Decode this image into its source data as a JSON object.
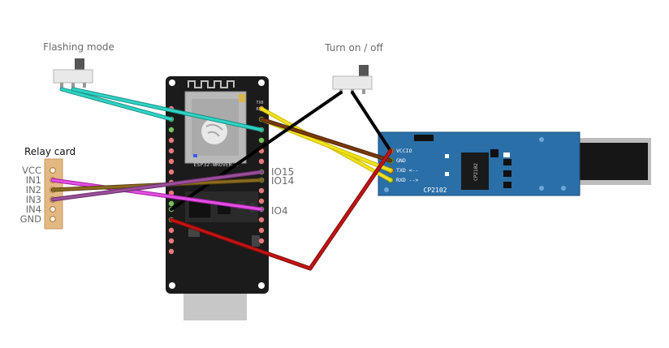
{
  "labels": {
    "flashing_mode": "Flashing mode",
    "turn_on_off": "Turn on / off",
    "relay_card": "Relay card",
    "io15": "IO15",
    "io14": "IO14",
    "io4": "IO4"
  },
  "relay_pins": [
    "VCC",
    "IN1",
    "IN2",
    "IN3",
    "IN4",
    "GND"
  ],
  "esp32": {
    "module_label": "ESP32-WROVER-B",
    "marks": [
      "TX0",
      "RX0"
    ]
  },
  "usb_adapter": {
    "pins": [
      "VCCIO",
      "GND",
      "TXD <--",
      "RXD -->"
    ],
    "name": "CP2102",
    "chip": "CP2102"
  },
  "wire_colors": {
    "cyan": "#2fd3c4",
    "yellow": "#f2e21b",
    "black": "#111111",
    "brown": "#7a3a0c",
    "magenta": "#e34fe3",
    "purple": "#9a4f9a",
    "olive": "#8a6a1e",
    "red": "#c21414"
  }
}
